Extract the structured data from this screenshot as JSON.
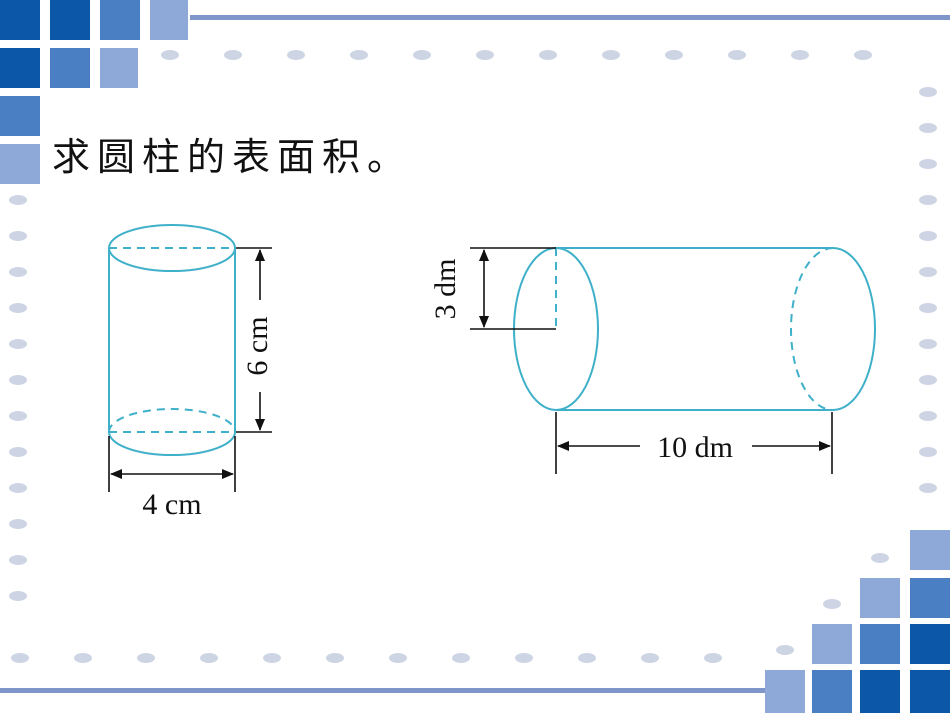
{
  "slide": {
    "title": "求圆柱的表面积。"
  },
  "figures": [
    {
      "name": "vertical-cylinder",
      "labels": {
        "height": "6 cm",
        "diameter": "4 cm"
      }
    },
    {
      "name": "horizontal-cylinder",
      "labels": {
        "radius": "3 dm",
        "length": "10 dm"
      }
    }
  ],
  "colors": {
    "cylinder_stroke": "#3fb0c9",
    "tile_dark": "#0d57a8",
    "tile_mid": "#4a7fc3",
    "tile_light": "#8ea8d8",
    "border_line": "#7e96c9",
    "dot": "#cdd5e4"
  }
}
